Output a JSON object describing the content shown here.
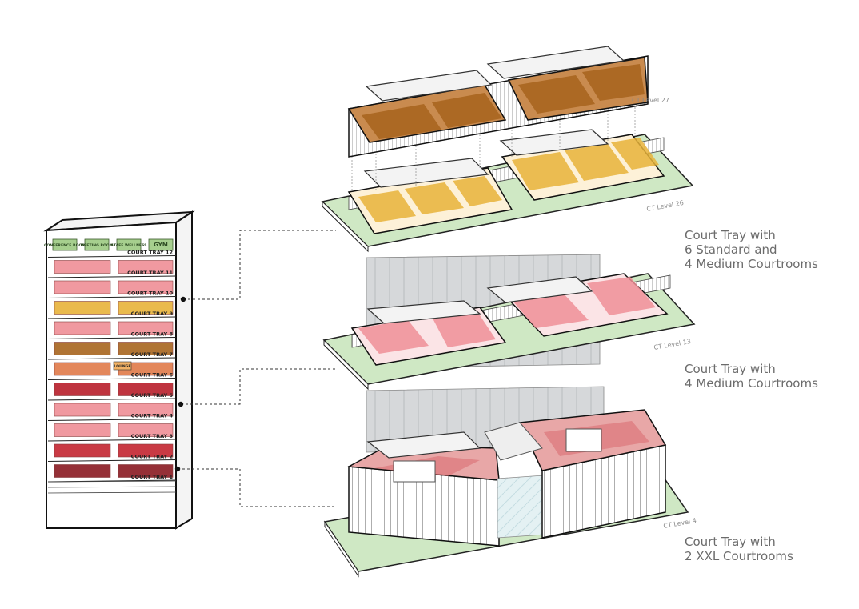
{
  "stack": {
    "amenities": [
      "CONFERENCE ROOM",
      "MEETING ROOM",
      "STAFF WELLNESS"
    ],
    "gym": "GYM",
    "lounge": "LOUNGE",
    "trays": [
      "COURT TRAY 12",
      "COURT TRAY 11",
      "COURT TRAY 10",
      "COURT TRAY 9",
      "COURT TRAY 8",
      "COURT TRAY 7",
      "COURT TRAY 6",
      "COURT TRAY 5",
      "COURT TRAY 4",
      "COURT TRAY 3",
      "COURT TRAY 2",
      "COURT TRAY 1"
    ]
  },
  "levels": {
    "top_partial": "CT Level 27",
    "upper": "CT Level 26",
    "middle": "CT Level 13",
    "lower": "CT Level 4"
  },
  "captions": {
    "upper": [
      "Court Tray with",
      "6 Standard and",
      "4 Medium Courtrooms"
    ],
    "middle": [
      "Court Tray with",
      "4 Medium Courtrooms"
    ],
    "lower": [
      "Court Tray with",
      "2 XXL Courtrooms"
    ]
  },
  "colors": {
    "standard": "#e8b33a",
    "medium": "#ef8f96",
    "xxl": "#b91f2b",
    "upper_floor": "#a8651f",
    "lounge": "#e07b4a",
    "ground": "#cfe8c4",
    "amenity": "#a6cf8e"
  }
}
